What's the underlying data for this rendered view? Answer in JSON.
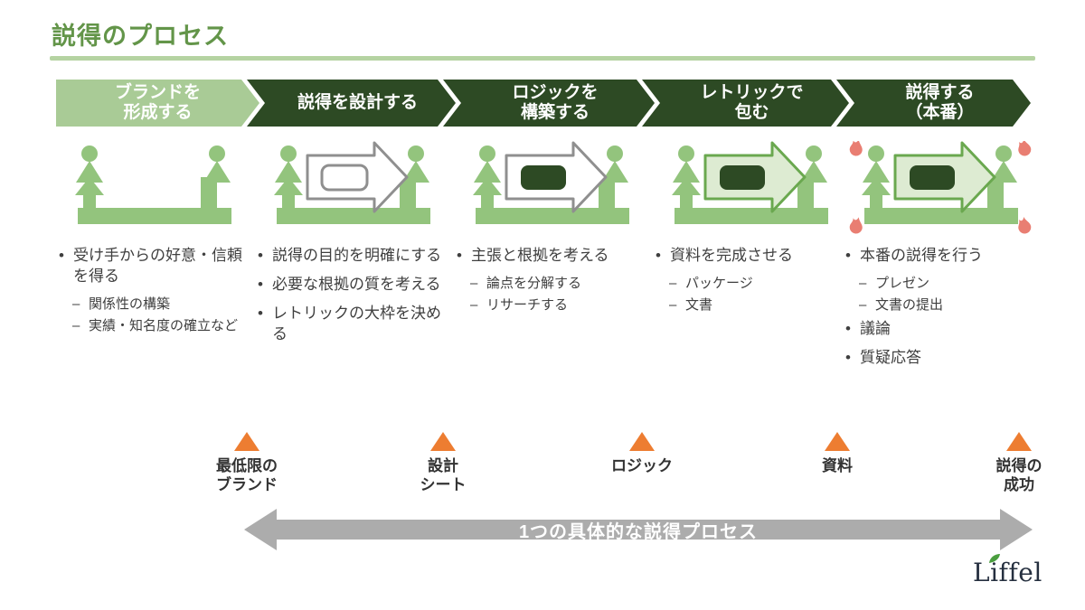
{
  "title": "説得のプロセス",
  "stages": [
    {
      "header": "ブランドを\n形成する",
      "bullets": [
        {
          "text": "受け手からの好意・信頼を得る",
          "subs": [
            "関係性の構築",
            "実績・知名度の確立など"
          ]
        }
      ]
    },
    {
      "header": "説得を設計する",
      "bullets": [
        {
          "text": "説得の目的を明確にする",
          "subs": []
        },
        {
          "text": "必要な根拠の質を考える",
          "subs": []
        },
        {
          "text": "レトリックの大枠を決める",
          "subs": []
        }
      ]
    },
    {
      "header": "ロジックを\n構築する",
      "bullets": [
        {
          "text": "主張と根拠を考える",
          "subs": [
            "論点を分解する",
            "リサーチする"
          ]
        }
      ]
    },
    {
      "header": "レトリックで\n包む",
      "bullets": [
        {
          "text": "資料を完成させる",
          "subs": [
            "パッケージ",
            "文書"
          ]
        }
      ]
    },
    {
      "header": "説得する\n（本番）",
      "bullets": [
        {
          "text": "本番の説得を行う",
          "subs": [
            "プレゼン",
            "文書の提出"
          ]
        },
        {
          "text": "議論",
          "subs": []
        },
        {
          "text": "質疑応答",
          "subs": []
        }
      ]
    }
  ],
  "markers": [
    {
      "label": "最低限の\nブランド"
    },
    {
      "label": "設計\nシート"
    },
    {
      "label": "ロジック"
    },
    {
      "label": "資料"
    },
    {
      "label": "説得の\n成功"
    }
  ],
  "span_arrow": {
    "label": "1つの具体的な説得プロセス"
  },
  "logo": {
    "text": "Liffel"
  },
  "colors": {
    "title_green": "#639549",
    "light_chevron": "#a9cb96",
    "dark_chevron": "#2d4a24",
    "figure_green": "#93c47d",
    "arrow_light_fill": "#ddebd2",
    "arrow_green_border": "#6aa84f",
    "arrow_gray_border": "#8f8f8f",
    "inner_block_dark": "#2d4a24",
    "marker_orange": "#ed7d31",
    "span_arrow_gray": "#acacac",
    "flame_red": "#e97e72",
    "logo_navy": "#252f3f"
  }
}
